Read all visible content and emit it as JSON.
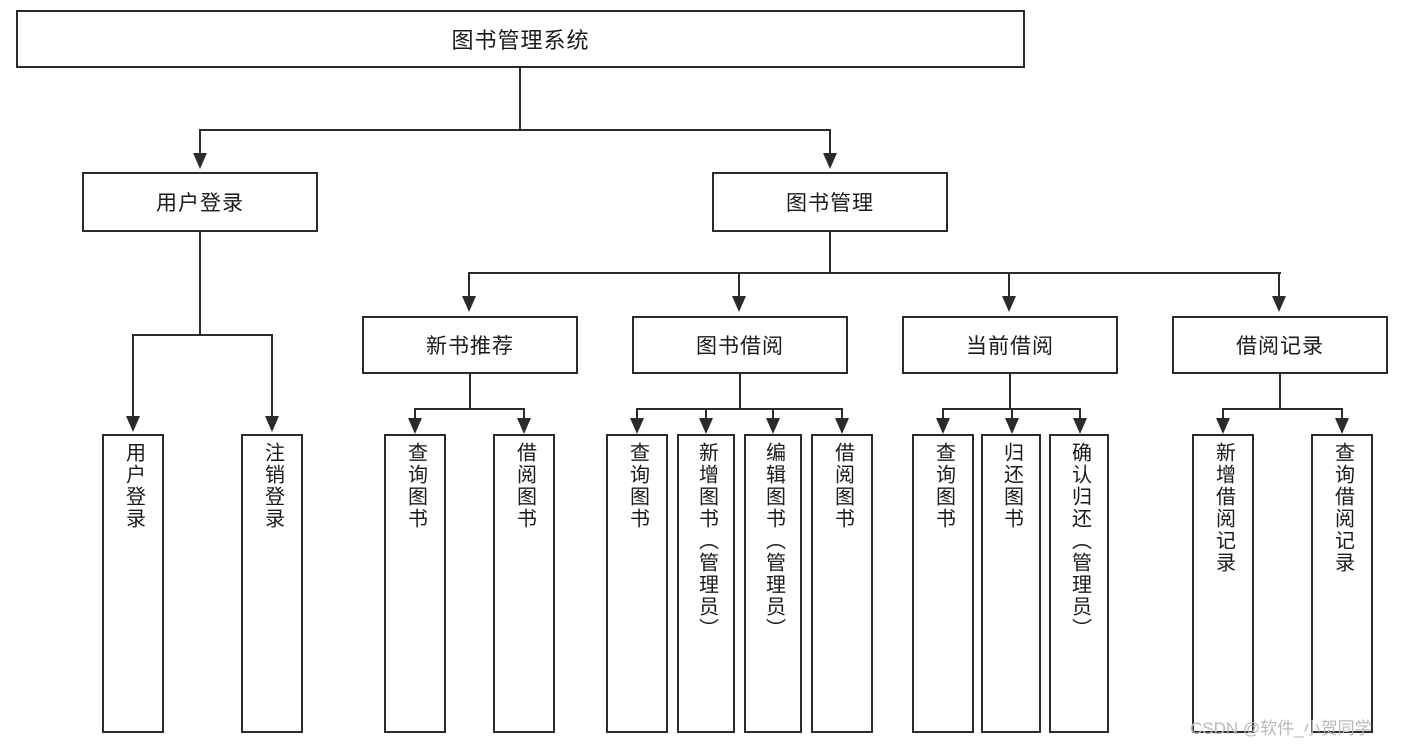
{
  "diagram": {
    "title": "图书管理系统",
    "type": "hierarchy-tree",
    "root": {
      "label": "图书管理系统"
    },
    "level1": [
      {
        "label": "用户登录"
      },
      {
        "label": "图书管理"
      }
    ],
    "level2": [
      {
        "label": "新书推荐",
        "parent": "图书管理"
      },
      {
        "label": "图书借阅",
        "parent": "图书管理"
      },
      {
        "label": "当前借阅",
        "parent": "图书管理"
      },
      {
        "label": "借阅记录",
        "parent": "图书管理"
      }
    ],
    "leaves": {
      "user_login": [
        {
          "label": "用户登录"
        },
        {
          "label": "注销登录"
        }
      ],
      "new_book_recommend": [
        {
          "label": "查询图书"
        },
        {
          "label": "借阅图书"
        }
      ],
      "book_borrow": [
        {
          "label": "查询图书"
        },
        {
          "label": "新增图书（管理员）"
        },
        {
          "label": "编辑图书（管理员）"
        },
        {
          "label": "借阅图书"
        }
      ],
      "current_borrow": [
        {
          "label": "查询图书"
        },
        {
          "label": "归还图书"
        },
        {
          "label": "确认归还（管理员）"
        }
      ],
      "borrow_record": [
        {
          "label": "新增借阅记录"
        },
        {
          "label": "查询借阅记录"
        }
      ]
    }
  },
  "watermark": {
    "text": "CSDN @软件_小贺同学"
  },
  "colors": {
    "stroke": "#2b2b2b",
    "background": "#ffffff",
    "text": "#1a1a1a",
    "watermark": "#b9b9b9"
  }
}
